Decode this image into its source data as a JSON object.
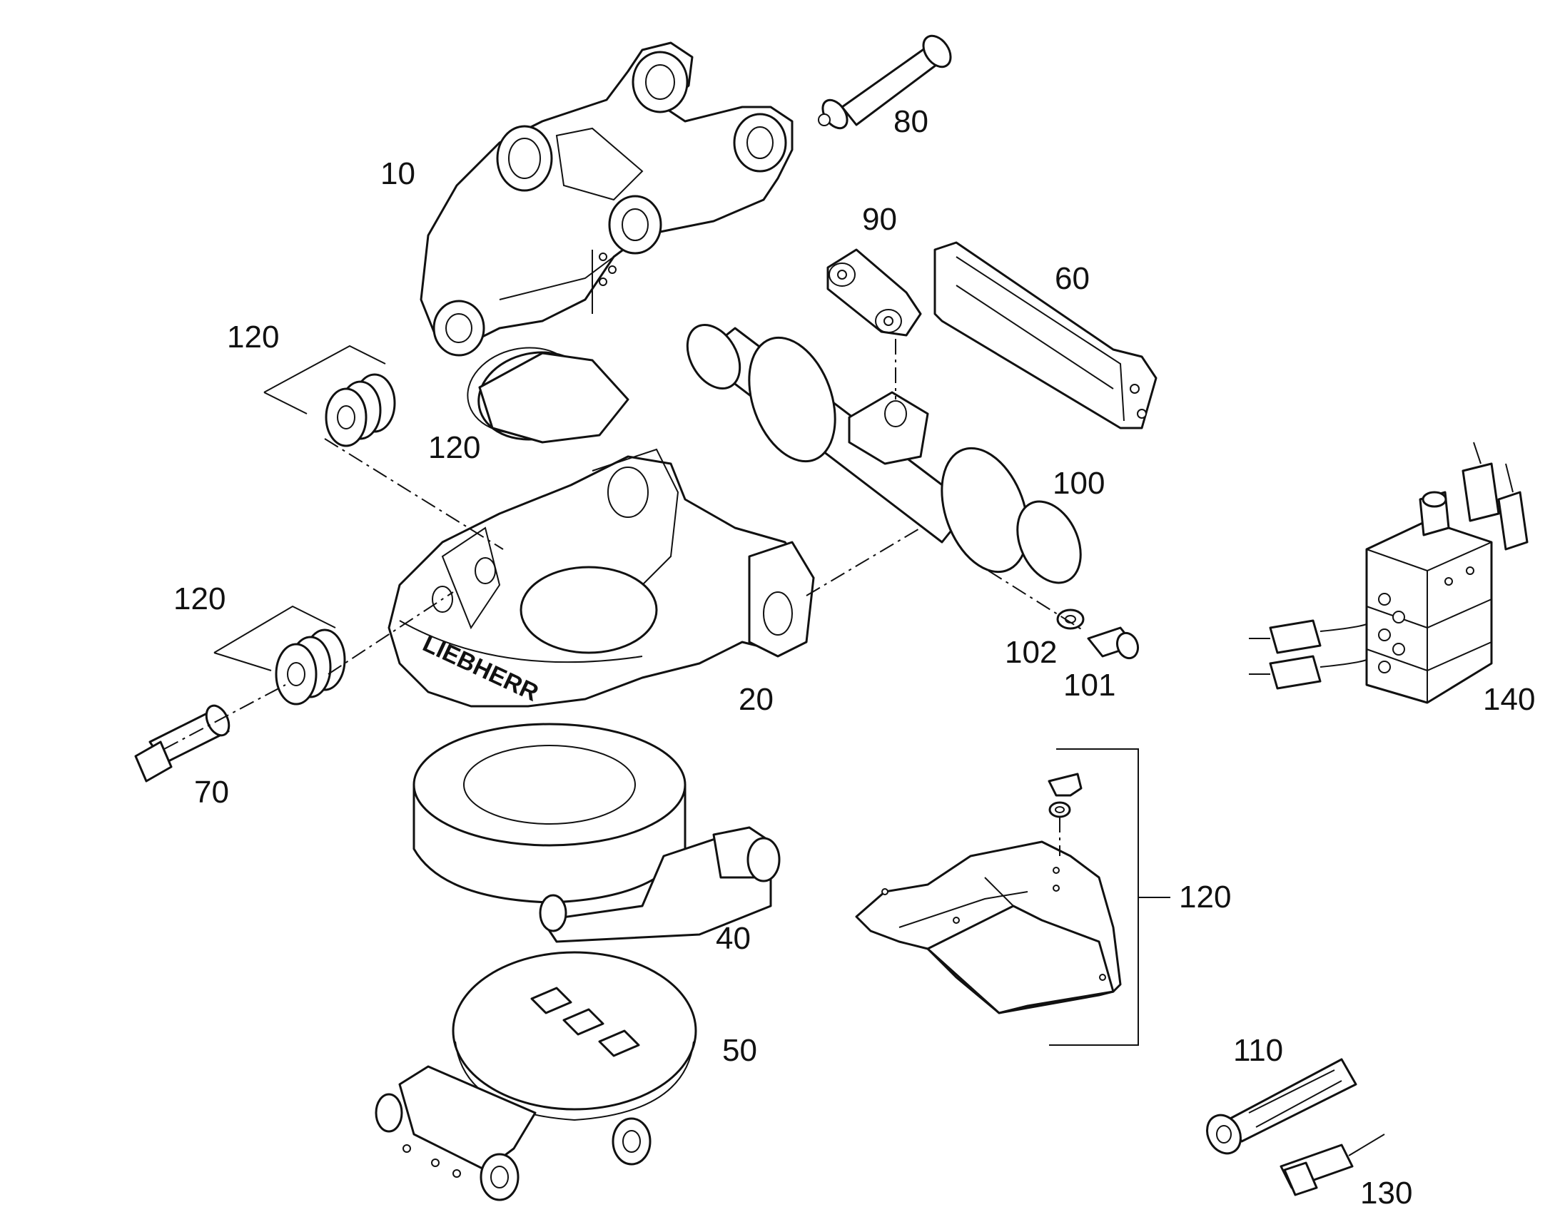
{
  "diagram": {
    "labels": {
      "p10": "10",
      "p20": "20",
      "p40": "40",
      "p50": "50",
      "p60": "60",
      "p70": "70",
      "p80": "80",
      "p90": "90",
      "p100": "100",
      "p101": "101",
      "p102": "102",
      "p110": "110",
      "p120a": "120",
      "p120b": "120",
      "p120c": "120",
      "p120d": "120",
      "p130": "130",
      "p140": "140"
    },
    "brand_text": "LIEBHERR"
  }
}
